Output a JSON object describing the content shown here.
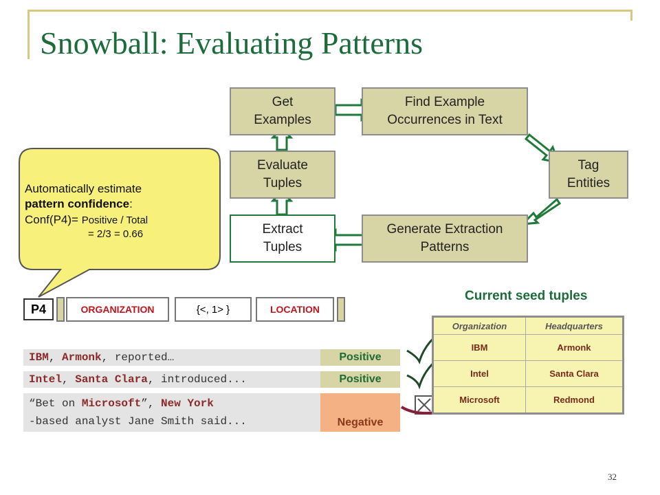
{
  "slide": {
    "title": "Snowball: Evaluating Patterns",
    "page_number": "32"
  },
  "flow": {
    "get_examples": "Get\nExamples",
    "find_occurrences": "Find Example\nOccurrences in Text",
    "tag_entities": "Tag\nEntities",
    "generate_patterns": "Generate Extraction\nPatterns",
    "extract_tuples": "Extract\nTuples",
    "evaluate_tuples": "Evaluate\nTuples"
  },
  "callout": {
    "line1": "Automatically estimate",
    "line2_bold": "pattern confidence",
    "line2_rest": ":",
    "line3_a": "Conf(P4)= ",
    "line3_b": "Positive / Total",
    "line4": "= 2/3 = 0.66"
  },
  "pattern": {
    "id": "P4",
    "left": "ORGANIZATION",
    "middle": "{<, 1> }",
    "right": "LOCATION"
  },
  "examples": [
    {
      "org": "IBM",
      "sep1": ", ",
      "loc": "Armonk",
      "rest": ", reported…",
      "label": "Positive"
    },
    {
      "org": "Intel",
      "sep1": ", ",
      "loc": "Santa Clara",
      "rest": ", introduced...",
      "label": "Positive"
    },
    {
      "pre": "“Bet on ",
      "org": "Microsoft",
      "mid": "”, ",
      "loc": "New York",
      "line2": "-based analyst Jane Smith said...",
      "label": "Negative"
    }
  ],
  "seed": {
    "title": "Current seed tuples",
    "headers": [
      "Organization",
      "Headquarters"
    ],
    "rows": [
      [
        "IBM",
        "Armonk"
      ],
      [
        "Intel",
        "Santa Clara"
      ],
      [
        "Microsoft",
        "Redmond"
      ]
    ]
  },
  "colors": {
    "title_green": "#1c6b3a",
    "box_fill": "#d7d5a6",
    "callout_fill": "#f7f07a",
    "arrow_green": "#1f7a3a",
    "negative_fill": "#f3b184",
    "link_maroon": "#8a1f3a"
  }
}
